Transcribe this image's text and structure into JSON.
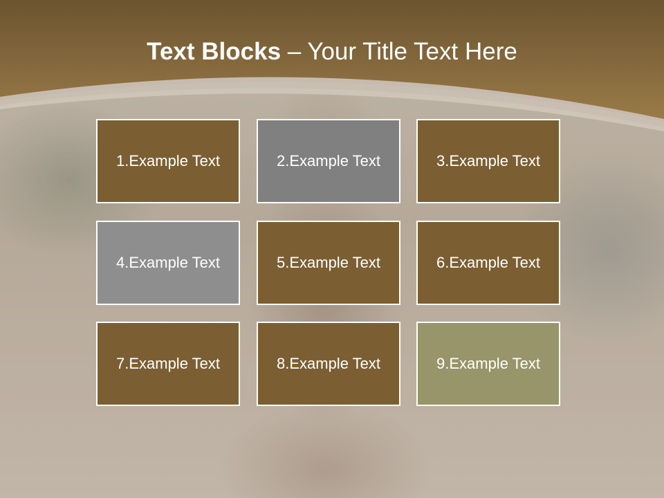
{
  "title": {
    "bold": "Text Blocks",
    "separator": " – ",
    "regular": "Your Title Text Here"
  },
  "colors": {
    "header_brown": "#8a6a3c",
    "block_brown": "#7b5f33",
    "block_gray_dark": "#808080",
    "block_gray_light": "#8e8e8e",
    "block_olive": "#979569"
  },
  "blocks": [
    {
      "label": "1.Example Text",
      "color": "#7b5f33"
    },
    {
      "label": "2.Example Text",
      "color": "#808080"
    },
    {
      "label": "3.Example Text",
      "color": "#7b5f33"
    },
    {
      "label": "4.Example Text",
      "color": "#8e8e8e"
    },
    {
      "label": "5.Example Text",
      "color": "#7b5f33"
    },
    {
      "label": "6.Example Text",
      "color": "#7b5f33"
    },
    {
      "label": "7.Example Text",
      "color": "#7b5f33"
    },
    {
      "label": "8.Example Text",
      "color": "#7b5f33"
    },
    {
      "label": "9.Example Text",
      "color": "#979569"
    }
  ]
}
